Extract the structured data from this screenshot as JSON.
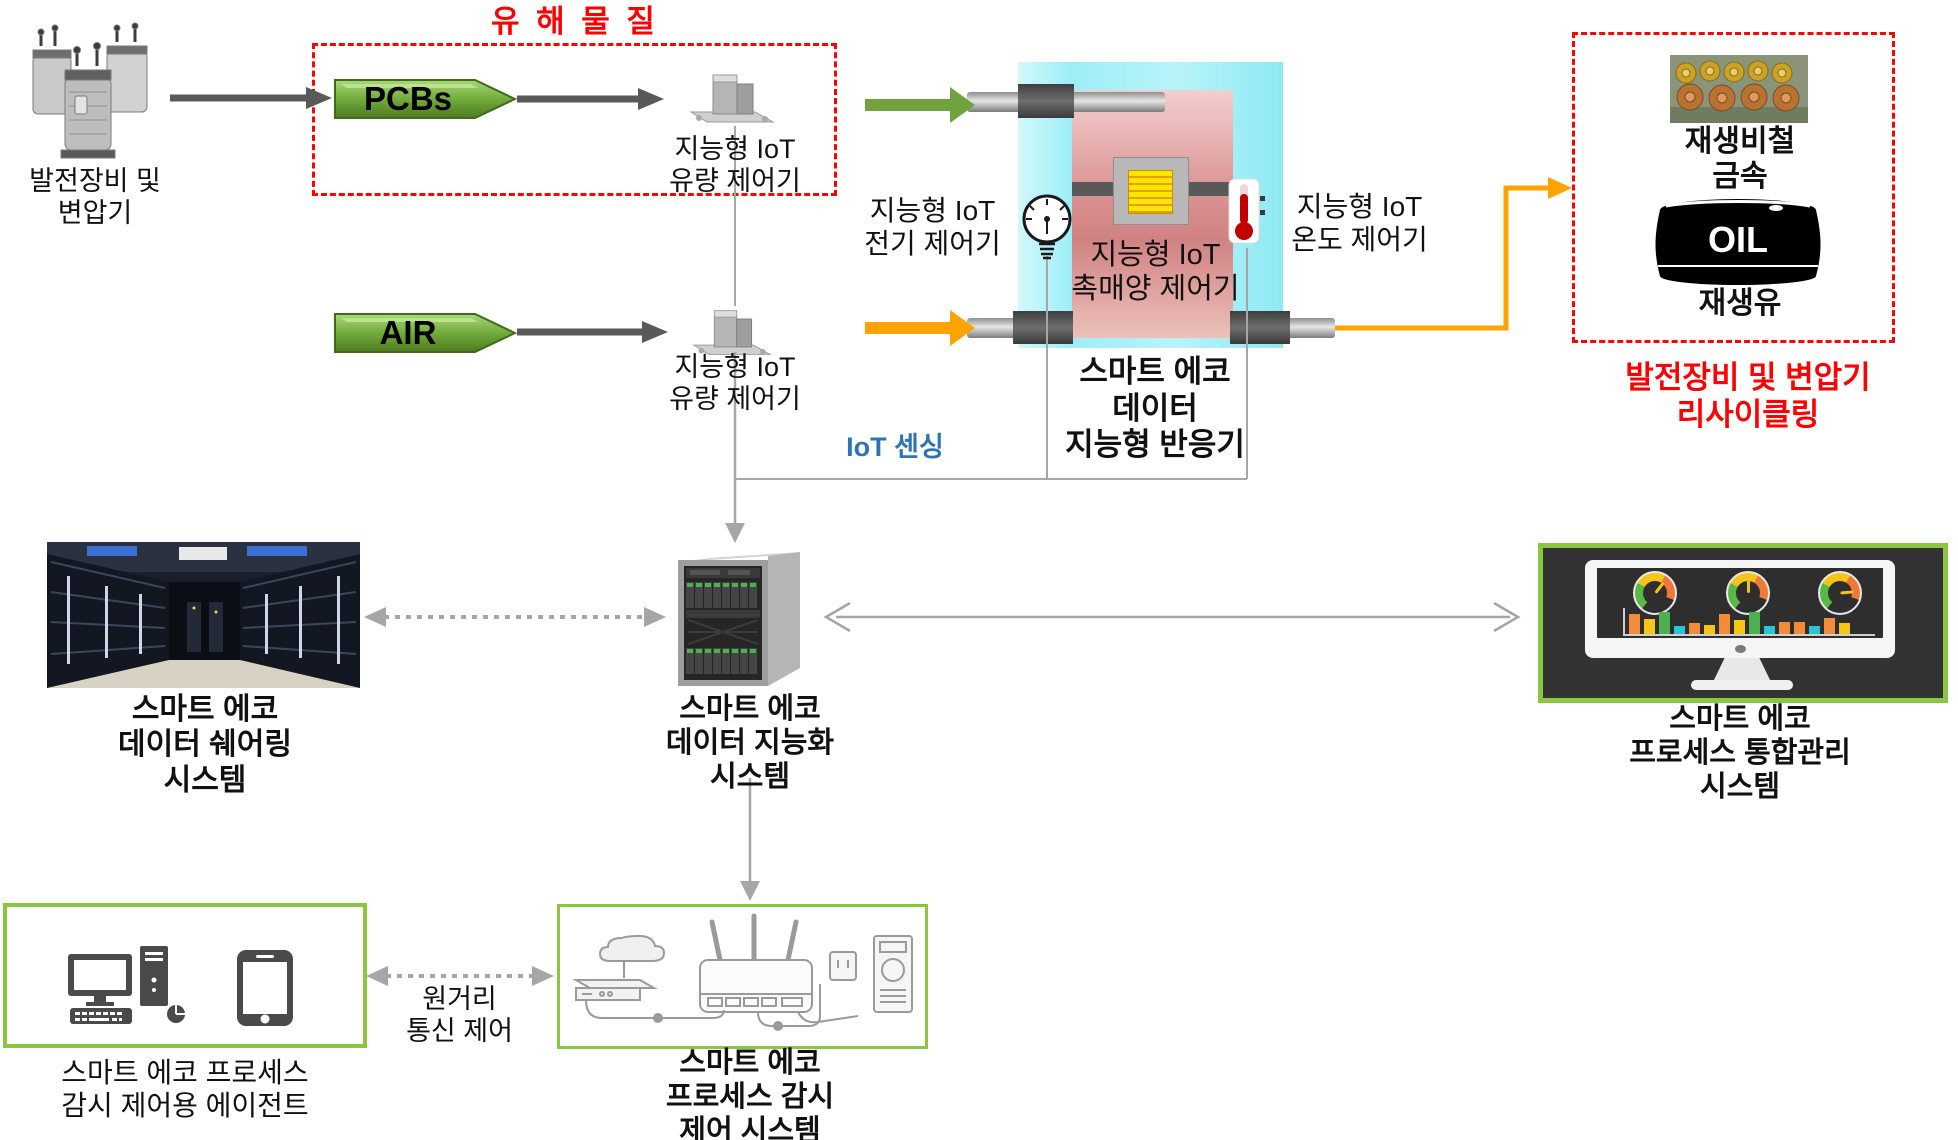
{
  "labels": {
    "source": [
      "발전장비 및",
      "변압기"
    ],
    "hazard_title": "유 해 물 질",
    "pcbs": "PCBs",
    "air": "AIR",
    "flow1": [
      "지능형 IoT",
      "유량 제어기"
    ],
    "flow2": [
      "지능형 IoT",
      "유량 제어기"
    ],
    "electric_ctrl": [
      "지능형 IoT",
      "전기 제어기"
    ],
    "catalyst_ctrl": [
      "지능형 IoT",
      "촉매양 제어기"
    ],
    "temp_ctrl": [
      "지능형 IoT",
      "온도 제어기"
    ],
    "reactor": [
      "스마트 에코",
      "데이터",
      "지능형 반응기"
    ],
    "iot_sensing": "IoT 센싱",
    "metal": [
      "재생비철",
      "금속"
    ],
    "oil_text": "OIL",
    "oil_label": "재생유",
    "recycle_caption": [
      "발전장비 및 변압기",
      "리사이클링"
    ],
    "sharing": [
      "스마트 에코",
      "데이터 쉐어링",
      "시스템"
    ],
    "intelligence": [
      "스마트 에코",
      "데이터 지능화",
      "시스템"
    ],
    "integrated": [
      "스마트 에코",
      "프로세스 통합관리",
      "시스템"
    ],
    "agent": [
      "스마트 에코 프로세스",
      "감시 제어용 에이전트"
    ],
    "remote": [
      "원거리",
      "통신 제어"
    ],
    "monitoring": [
      "스마트 에코",
      "프로세스 감시",
      "제어 시스템"
    ]
  },
  "dashboard": {
    "gauges": [
      {
        "needle_deg": 38
      },
      {
        "needle_deg": 0
      },
      {
        "needle_deg": 85
      }
    ],
    "bars": [
      {
        "h": 20,
        "color": "#F08C3A"
      },
      {
        "h": 15,
        "color": "#F5C518"
      },
      {
        "h": 22,
        "color": "#4CAF50"
      },
      {
        "h": 8,
        "color": "#29C5D6"
      },
      {
        "h": 11,
        "color": "#F08C3A"
      },
      {
        "h": 9,
        "color": "#F5C518"
      },
      {
        "h": 20,
        "color": "#F08C3A"
      },
      {
        "h": 14,
        "color": "#F5C518"
      },
      {
        "h": 22,
        "color": "#4CAF50"
      },
      {
        "h": 8,
        "color": "#29C5D6"
      },
      {
        "h": 12,
        "color": "#F08C3A"
      },
      {
        "h": 12,
        "color": "#F08C3A"
      },
      {
        "h": 8,
        "color": "#29C5D6"
      },
      {
        "h": 16,
        "color": "#F08C3A"
      },
      {
        "h": 11,
        "color": "#F5C518"
      }
    ]
  },
  "colors": {
    "hazard_red": "#FF0000",
    "accent_green_border": "#8CC540",
    "block_arrow_green": "#71A23E",
    "flow_orange": "#FFA301",
    "arrow_dark": "#595959",
    "line_gray": "#A6A6A6",
    "sensing_blue": "#2E74B5",
    "reactor_cyan": "#AEF2F8",
    "reactor_core_red": "#D98A8A",
    "catalyst_yellow": "#FFE600"
  },
  "icons": {
    "transformers": "transformers-photo",
    "flow_controller": "flow-controller-device-icon",
    "pressure_gauge": "gauge-icon",
    "thermometer": "thermometer-icon",
    "catalyst": "catalyst-grid-icon",
    "copper_coils": "copper-coils-photo",
    "oil_drum": "oil-drum-icon",
    "datacenter": "datacenter-photo",
    "server_tower": "server-tower-photo",
    "dashboard_monitor": "dashboard-monitor-icon",
    "desktop_pc": "desktop-computer-icon",
    "smartphone": "smartphone-icon",
    "router_setup": "router-diagram-icon"
  }
}
